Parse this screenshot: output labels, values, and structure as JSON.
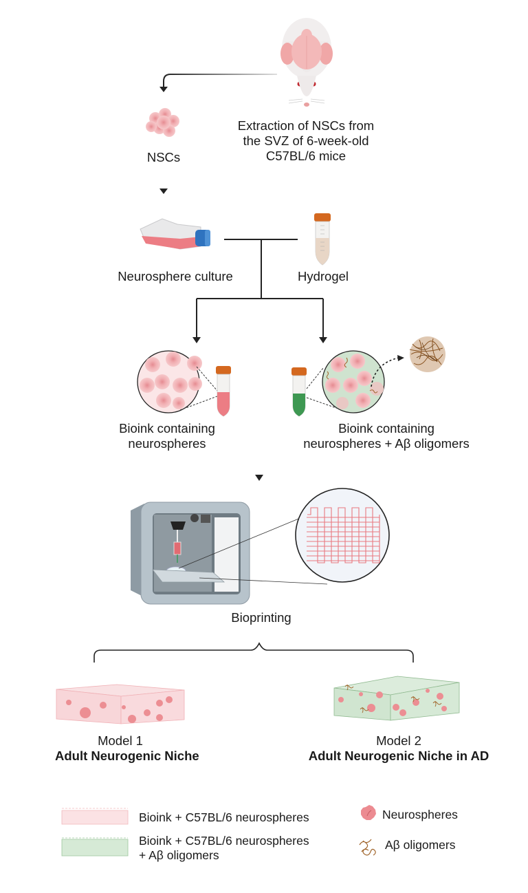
{
  "figure": {
    "steps": {
      "extraction": "Extraction of NSCs from the SVZ of 6-week-old C57BL/6 mice",
      "extraction_lines": [
        "Extraction of NSCs from",
        "the SVZ of 6-week-old",
        "C57BL/6 mice"
      ],
      "nscs": "NSCs",
      "neurosphere_culture": "Neurosphere culture",
      "hydrogel": "Hydrogel",
      "bioink_1_lines": [
        "Bioink containing",
        "neurospheres"
      ],
      "bioink_2_lines": [
        "Bioink containing",
        "neurospheres + Aβ oligomers"
      ],
      "bioprinting": "Bioprinting"
    },
    "models": [
      {
        "name": "Model 1",
        "title": "Adult Neurogenic Niche",
        "color": "#f7d5d8"
      },
      {
        "name": "Model 2",
        "title": "Adult Neurogenic Niche in AD",
        "color": "#cfe6cf"
      }
    ],
    "legend": {
      "items": [
        {
          "label_lines": [
            "Bioink + C57BL/6 neurospheres"
          ],
          "swatch": "pink-block"
        },
        {
          "label_lines": [
            "Bioink + C57BL/6 neurospheres",
            "+ Aβ oligomers"
          ],
          "swatch": "green-block"
        },
        {
          "label_lines": [
            "Neurospheres"
          ],
          "swatch": "neurosphere-icon"
        },
        {
          "label_lines": [
            "Aβ oligomers"
          ],
          "swatch": "oligomer-icon"
        }
      ]
    },
    "colors": {
      "pink_cell": "#ec8e93",
      "pink_fill": "#f8dadc",
      "green_fill": "#d3e8d3",
      "cap_orange": "#d4681f",
      "flask_cap_blue": "#2a6fbd",
      "oligomer_brown": "#a0652b",
      "arrow": "#222222"
    }
  }
}
